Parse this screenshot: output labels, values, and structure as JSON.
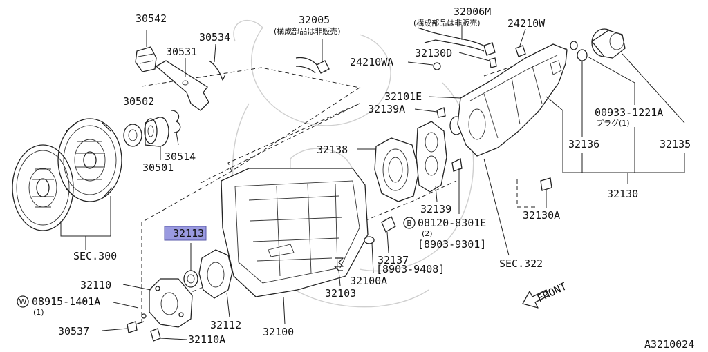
{
  "parts": {
    "p30542": "30542",
    "p30534": "30534",
    "p30531": "30531",
    "p30502": "30502",
    "p30501": "30501",
    "p30514": "30514",
    "sec300": "SEC.300",
    "p32113": "32113",
    "p32110": "32110",
    "w08915": "08915-1401A",
    "w08915_qty": "(1)",
    "p30537": "30537",
    "p32110A": "32110A",
    "p32112": "32112",
    "p32100": "32100",
    "p32103": "32103",
    "p32100A": "32100A",
    "p32137": "32137",
    "p32137_date": "[8903-9408]",
    "p32005": "32005",
    "p32005_note": "(構成部品は非販売)",
    "p32006M": "32006M",
    "p32006M_note": "(構成部品は非販売)",
    "p24210W": "24210W",
    "p24210WA": "24210WA",
    "p32130D": "32130D",
    "p32101E": "32101E",
    "p32139A": "32139A",
    "p32138": "32138",
    "p32139": "32139",
    "b08120": "08120-8301E",
    "b08120_qty": "(2)",
    "b08120_date": "[8903-9301]",
    "sec322": "SEC.322",
    "p32130A": "32130A",
    "p32136": "32136",
    "p00933": "00933-1221A",
    "p00933_note": "プラグ(1)",
    "p32135": "32135",
    "p32130": "32130",
    "front": "FRONT",
    "circle_w": "W",
    "circle_b": "B",
    "diagram_id": "A3210024"
  }
}
